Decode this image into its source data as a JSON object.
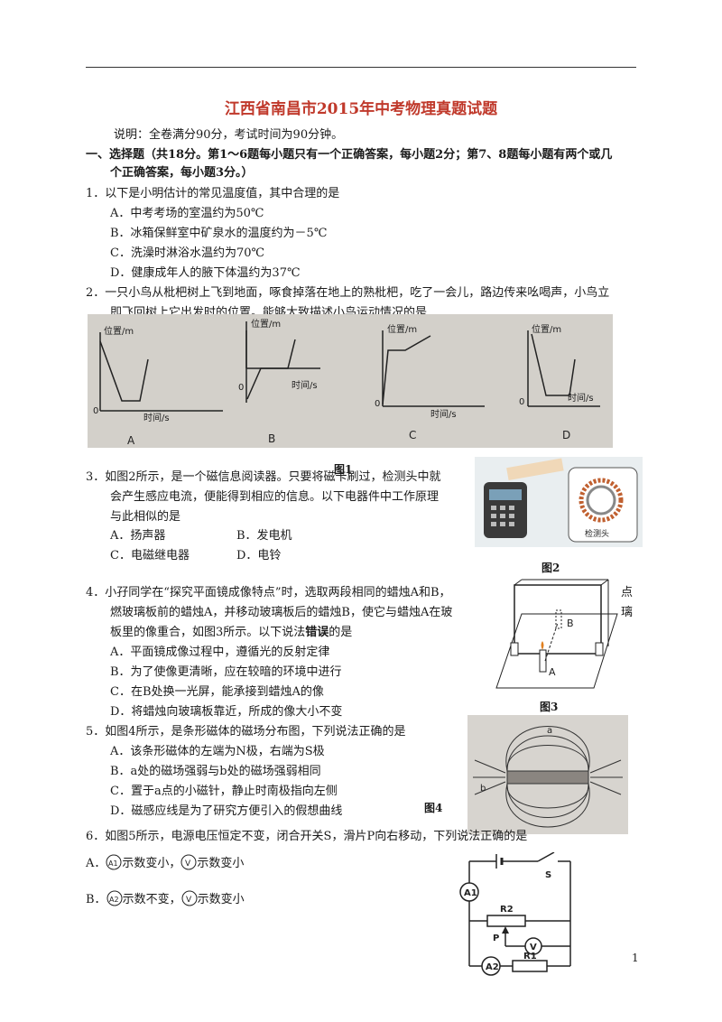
{
  "title": "江西省南昌市2015年中考物理真题试题",
  "note": "说明：全卷满分90分，考试时间为90分钟。",
  "section1": {
    "heading_l1": "一、选择题（共18分。第1～6题每小题只有一个正确答案，每小题2分；第7、8题每小题有两个或几",
    "heading_l2": "个正确答案，每小题3分。）"
  },
  "q1": {
    "stem": "1．以下是小明估计的常见温度值，其中合理的是",
    "a": "A．中考考场的室温约为50℃",
    "b": "B．冰箱保鲜室中矿泉水的温度约为－5℃",
    "c": "C．洗澡时淋浴水温约为70℃",
    "d": "D．健康成年人的腋下体温约为37℃"
  },
  "q2": {
    "stem_l1": "2．一只小鸟从枇杷树上飞到地面，啄食掉落在地上的熟枇杷，吃了一会儿，路边传来吆喝声，小鸟立",
    "stem_l2": "即飞回树上它出发时的位置。能够大致描述小鸟运动情况的是",
    "ylabel": "位置/m",
    "xlabel": "时间/s",
    "origin": "0",
    "opt_a": "A",
    "opt_b": "B",
    "opt_c": "C",
    "opt_d": "D",
    "fig": "图1"
  },
  "q3": {
    "stem_l1": "3．如图2所示，是一个磁信息阅读器。只要将磁卡刷过，检测头中就",
    "stem_l2": "会产生感应电流，便能得到相应的信息。以下电器件中工作原理",
    "stem_l3": "与此相似的是",
    "a": "A．扬声器",
    "b": "B．发电机",
    "c": "C．电磁继电器",
    "d": "D．电铃",
    "fig": "图2",
    "fig_caption": "检测头"
  },
  "q4": {
    "stem_l1": "4．小孖同学在“探究平面镜成像特点”时，选取两段相同的蜡烛A和B，",
    "stem_l2": "燃玻璃板前的蜡烛A，并移动玻璃板后的蜡烛B，使它与蜡烛A在玻",
    "stem_l3a": "板里的像重合，如图3所示。以下说法",
    "stem_l3b": "错误",
    "stem_l3c": "的是",
    "a": "A．平面镜成像过程中，遵循光的反射定律",
    "b": "B．为了使像更清晰，应在较暗的环境中进行",
    "c": "C．在B处换一光屏，能承接到蜡烛A的像",
    "d": "D．将蜡烛向玻璃板靠近，所成的像大小不变",
    "fig": "图3",
    "side1": "点",
    "side2": "璃",
    "label_a": "A",
    "label_b": "B"
  },
  "q5": {
    "stem": "5．如图4所示，是条形磁体的磁场分布图，下列说法正确的是",
    "a": "A．该条形磁体的左端为N极，右端为S极",
    "b": "B．a处的磁场强弱与b处的磁场强弱相同",
    "c": "C．置于a点的小磁针，静止时南极指向左侧",
    "d": "D．磁感应线是为了研究方便引入的假想曲线",
    "fig": "图4",
    "pt_a": "a",
    "pt_b": "b"
  },
  "q6": {
    "stem": "6．如图5所示，电源电压恒定不变，闭合开关S，滑片P向右移动，下列说法正确的是",
    "a_pre": "A．",
    "a_m1": "A1",
    "a_t1": "示数变小，",
    "a_m2": "V",
    "a_t2": "示数变小",
    "b_pre": "B．",
    "b_m1": "A2",
    "b_t1": "示数不变，",
    "b_m2": "V",
    "b_t2": "示数变小",
    "labels": {
      "s": "S",
      "r2": "R2",
      "r1": "R1",
      "p": "P",
      "v": "V",
      "a1": "A1",
      "a2": "A2"
    }
  },
  "page_number": "1"
}
